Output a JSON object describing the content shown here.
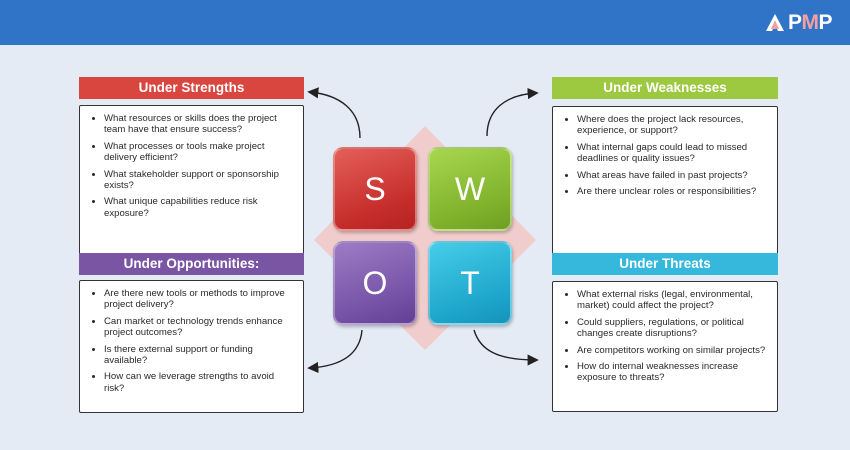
{
  "brand": {
    "logo_text_p": "P",
    "logo_text_m": "M",
    "logo_text_p2": "P"
  },
  "colors": {
    "banner": "#2f74c6",
    "background": "#e4ebf5",
    "strengths": "#d9463f",
    "weaknesses": "#9cc93f",
    "opportunities": "#7955a3",
    "threats": "#35b8dc"
  },
  "swot_letters": {
    "s": "S",
    "w": "W",
    "o": "O",
    "t": "T"
  },
  "strengths": {
    "title": "Under Strengths",
    "items": [
      "What resources or skills does the project team have that ensure success?",
      "What processes or tools make project delivery efficient?",
      "What stakeholder support or sponsorship exists?",
      "What unique capabilities reduce risk exposure?"
    ]
  },
  "weaknesses": {
    "title": "Under Weaknesses",
    "items": [
      "Where does the project lack resources, experience, or support?",
      "What internal gaps could lead to missed deadlines or quality issues?",
      "What areas have failed in past projects?",
      "Are there unclear roles or responsibilities?"
    ]
  },
  "opportunities": {
    "title": "Under Opportunities:",
    "items": [
      "Are there new tools or methods to improve project delivery?",
      "Can market or technology trends enhance project outcomes?",
      "Is there external support or funding available?",
      "How can we leverage strengths to avoid risk?"
    ]
  },
  "threats": {
    "title": "Under Threats",
    "items": [
      "What external risks (legal, environmental, market) could affect the project?",
      "Could suppliers, regulations, or political changes create disruptions?",
      "Are competitors working on similar projects?",
      "How do internal weaknesses increase exposure to threats?"
    ]
  }
}
